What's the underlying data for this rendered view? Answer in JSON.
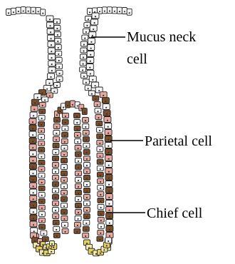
{
  "labels": {
    "mucus_neck_line1": "Mucus neck",
    "mucus_neck_line2": "cell",
    "parietal": "Parietal cell",
    "chief": "Chief cell"
  },
  "colors": {
    "outline": "#222222",
    "mucus": "#f4f4f4",
    "parietal_pink": "#e7a8a0",
    "chief_brown": "#7a4e2a",
    "base_yellow": "#e3cf62",
    "nucleus": "#333333"
  }
}
